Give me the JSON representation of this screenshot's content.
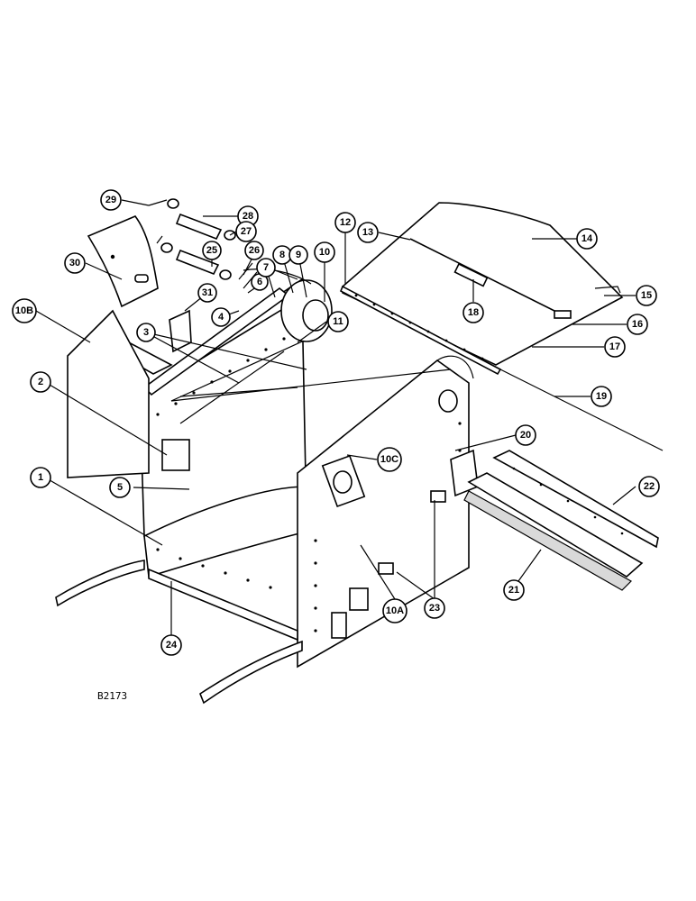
{
  "drawing": {
    "reference_code": "B2173",
    "callout_labels": [
      "29",
      "28",
      "27",
      "26",
      "25",
      "6",
      "8",
      "9",
      "7",
      "10",
      "12",
      "13",
      "14",
      "15",
      "16",
      "17",
      "18",
      "19",
      "30",
      "31",
      "10B",
      "3",
      "4",
      "11",
      "2",
      "5",
      "1",
      "10C",
      "20",
      "22",
      "21",
      "23",
      "10A",
      "24"
    ]
  }
}
